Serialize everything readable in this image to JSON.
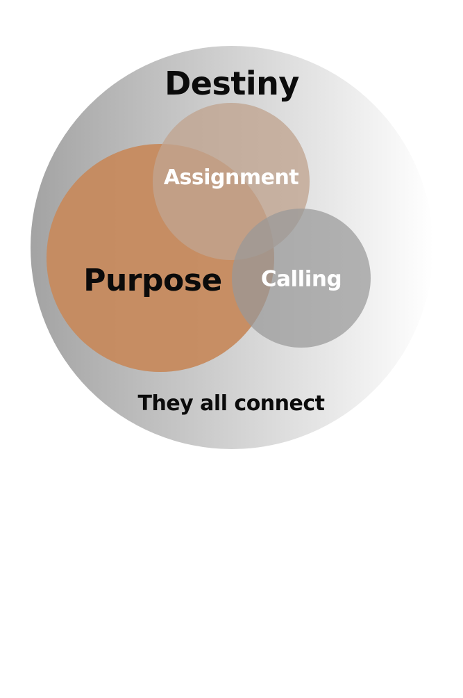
{
  "diagram": {
    "outer_label": "Destiny",
    "circles": [
      {
        "id": "assignment",
        "label": "Assignment"
      },
      {
        "id": "purpose",
        "label": "Purpose"
      },
      {
        "id": "calling",
        "label": "Calling"
      }
    ],
    "caption": "They all connect"
  },
  "colors": {
    "background": "#ffffff",
    "outer_gradient_start": "#a3a3a3",
    "outer_gradient_end": "#ffffff",
    "purpose_fill": "#c68a5e",
    "assignment_fill": "#c0a48f",
    "calling_fill": "#9b9b9b",
    "dark_text": "#0b0b0b",
    "light_text": "#ffffff"
  }
}
